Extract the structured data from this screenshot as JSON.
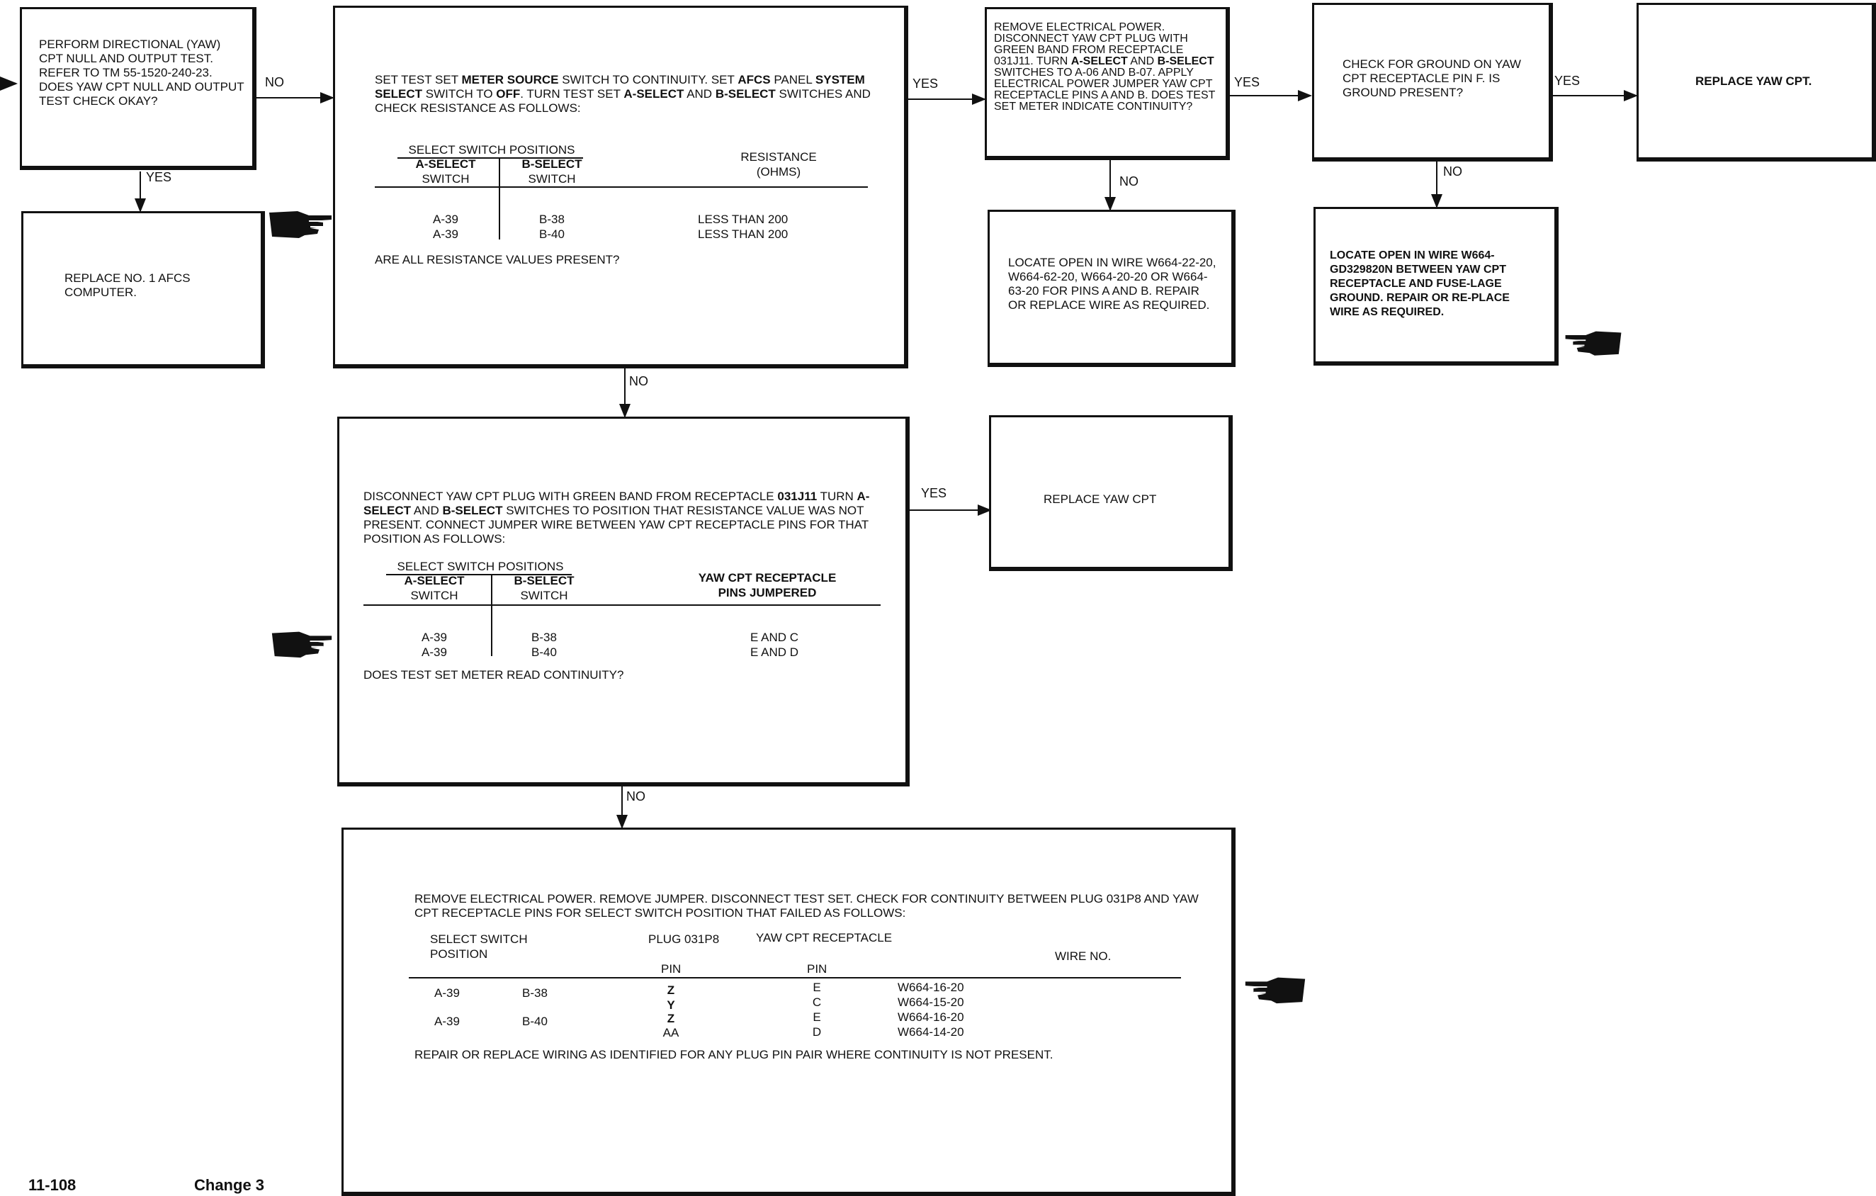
{
  "b1": {
    "text": "PERFORM DIRECTIONAL (YAW) CPT NULL AND OUTPUT TEST. REFER TO TM 55-1520-240-23. DOES YAW CPT NULL AND OUTPUT TEST CHECK OKAY?"
  },
  "b2": {
    "text": "REPLACE NO. 1 AFCS COMPUTER."
  },
  "b3": {
    "p1": "SET TEST SET ",
    "k1": "METER SOURCE",
    "p2": " SWITCH TO CONTINUITY. SET ",
    "k2": "AFCS",
    "p3": " PANEL ",
    "k3": "SYSTEM SELECT",
    "p4": " SWITCH TO ",
    "k4": "OFF",
    "p5": ". TURN TEST SET ",
    "k5": "A-SELECT",
    "p6": " AND ",
    "k6": "B-SELECT",
    "p7": " SWITCHES AND CHECK RESISTANCE AS FOLLOWS:",
    "group_header": "SELECT SWITCH POSITIONS",
    "col_a": "A-SELECT",
    "col_a_sub": "SWITCH",
    "col_b": "B-SELECT",
    "col_b_sub": "SWITCH",
    "col_c": "RESISTANCE",
    "col_c_sub": "(OHMS)",
    "rows": [
      {
        "a": "A-39",
        "b": "B-38",
        "c": "LESS THAN 200"
      },
      {
        "a": "A-39",
        "b": "B-40",
        "c": "LESS THAN 200"
      }
    ],
    "question": "ARE ALL RESISTANCE VALUES PRESENT?"
  },
  "b4": {
    "p1": "REMOVE ELECTRICAL POWER. DISCONNECT YAW CPT PLUG WITH GREEN BAND FROM RECEPTACLE 031J11. TURN ",
    "k1": "A-SELECT",
    "p2": " AND ",
    "k2": "B-SELECT",
    "p3": " SWITCHES TO A-06 AND B-07. APPLY ELECTRICAL POWER JUMPER YAW CPT RECEPTACLE PINS A AND B. DOES TEST SET METER INDICATE CONTINUITY?"
  },
  "b5": {
    "text": "LOCATE OPEN IN WIRE W664-22-20, W664-62-20, W664-20-20 OR W664-63-20 FOR PINS A AND B. REPAIR OR REPLACE WIRE AS REQUIRED."
  },
  "b6": {
    "text": "CHECK FOR GROUND ON YAW CPT RECEPTACLE PIN F. IS GROUND PRESENT?"
  },
  "b7": {
    "text": "LOCATE OPEN IN WIRE W664-GD329820N BETWEEN YAW CPT RECEPTACLE AND FUSE-LAGE GROUND. REPAIR OR RE-PLACE WIRE AS REQUIRED."
  },
  "b8": {
    "text": "REPLACE YAW CPT."
  },
  "b9": {
    "p1": "DISCONNECT YAW CPT PLUG WITH GREEN BAND FROM RECEPTACLE ",
    "k1": "031J11",
    "p2": " TURN ",
    "k2": "A-SELECT",
    "p3": " AND ",
    "k3": "B-SELECT",
    "p4": " SWITCHES TO POSITION THAT RESISTANCE VALUE WAS NOT PRESENT. CONNECT JUMPER WIRE BETWEEN YAW CPT RECEPTACLE PINS FOR THAT POSITION AS FOLLOWS:",
    "group_header": "SELECT SWITCH POSITIONS",
    "col_a": "A-SELECT",
    "col_a_sub": "SWITCH",
    "col_b": "B-SELECT",
    "col_b_sub": "SWITCH",
    "col_c": "YAW CPT RECEPTACLE",
    "col_c_sub": "PINS JUMPERED",
    "rows": [
      {
        "a": "A-39",
        "b": "B-38",
        "c": "E AND C"
      },
      {
        "a": "A-39",
        "b": "B-40",
        "c": "E AND D"
      }
    ],
    "question": "DOES TEST SET METER READ CONTINUITY?"
  },
  "b10": {
    "text": "REPLACE YAW CPT"
  },
  "b11": {
    "intro": "REMOVE ELECTRICAL POWER. REMOVE JUMPER. DISCONNECT TEST SET. CHECK FOR CONTINUITY BETWEEN PLUG 031P8 AND YAW CPT RECEPTACLE PINS FOR SELECT SWITCH POSITION THAT FAILED AS FOLLOWS:",
    "h_select": "SELECT SWITCH",
    "h_position": "POSITION",
    "h_plug": "PLUG 031P8",
    "h_recep": "YAW CPT RECEPTACLE",
    "h_pin1": "PIN",
    "h_pin2": "PIN",
    "h_wire": "WIRE NO.",
    "rows": [
      {
        "a": "A-39",
        "b": "B-38",
        "plug": "Z",
        "recep": "E",
        "wire": "W664-16-20"
      },
      {
        "a": "",
        "b": "",
        "plug": "Y",
        "recep": "C",
        "wire": "W664-15-20"
      },
      {
        "a": "A-39",
        "b": "B-40",
        "plug": "Z",
        "recep": "E",
        "wire": "W664-16-20"
      },
      {
        "a": "",
        "b": "",
        "plug": "AA",
        "recep": "D",
        "wire": "W664-14-20"
      }
    ],
    "note": "REPAIR OR REPLACE WIRING AS IDENTIFIED FOR ANY PLUG PIN PAIR WHERE CONTINUITY IS NOT PRESENT."
  },
  "labels": {
    "no1": "NO",
    "yes1": "YES",
    "yes2": "YES",
    "no2": "NO",
    "yes3": "YES",
    "no3": "NO",
    "yes4": "YES",
    "no4": "NO",
    "yes5": "YES",
    "no5": "NO"
  },
  "footer": {
    "page": "11-108",
    "change": "Change 3"
  },
  "icons": [
    "pointing-hand-icon"
  ]
}
